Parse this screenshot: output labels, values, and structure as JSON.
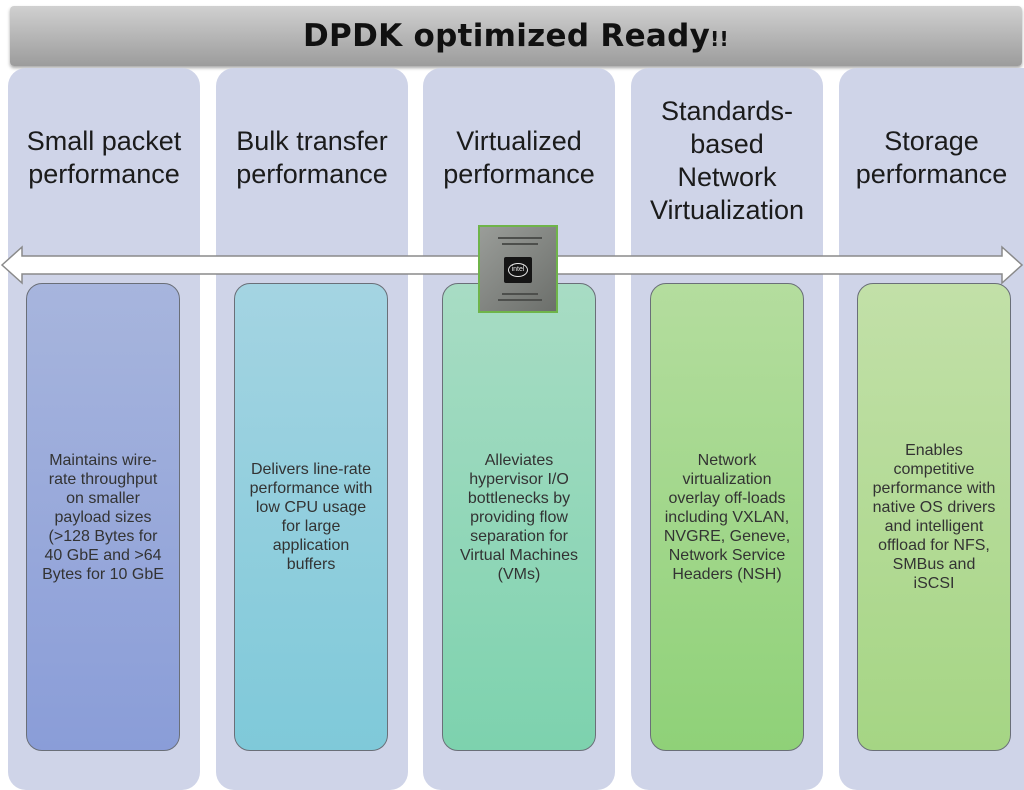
{
  "banner": {
    "title": "DPDK optimized Ready",
    "emphasis": "!!"
  },
  "columns": [
    {
      "title": "Small packet performance",
      "description": "Maintains wire-rate throughput on smaller payload sizes (>128 Bytes for 40 GbE and >64 Bytes for 10 GbE",
      "card_color_top": "#a7b5dd",
      "card_color_bottom": "#8a9dd8"
    },
    {
      "title": "Bulk transfer performance",
      "description": "Delivers line-rate performance with low CPU usage for large application buffers",
      "card_color_top": "#a4d4e2",
      "card_color_bottom": "#7fc9d9"
    },
    {
      "title": "Virtualized performance",
      "description": "Alleviates hypervisor I/O bottlenecks by providing flow separation for Virtual Machines (VMs)",
      "card_color_top": "#a8dcc4",
      "card_color_bottom": "#7dd2ae"
    },
    {
      "title": "Standards-based Network Virtualization",
      "description": "Network virtualization overlay off-loads including VXLAN, NVGRE, Geneve, Network Service Headers (NSH)",
      "card_color_top": "#b4dd9e",
      "card_color_bottom": "#8fd178"
    },
    {
      "title": "Storage performance",
      "description": "Enables competitive performance with native OS drivers and intelligent offload for NFS, SMBus and iSCSI",
      "card_color_top": "#c2e0a8",
      "card_color_bottom": "#a5d584"
    }
  ],
  "chip": {
    "logo": "intel"
  }
}
